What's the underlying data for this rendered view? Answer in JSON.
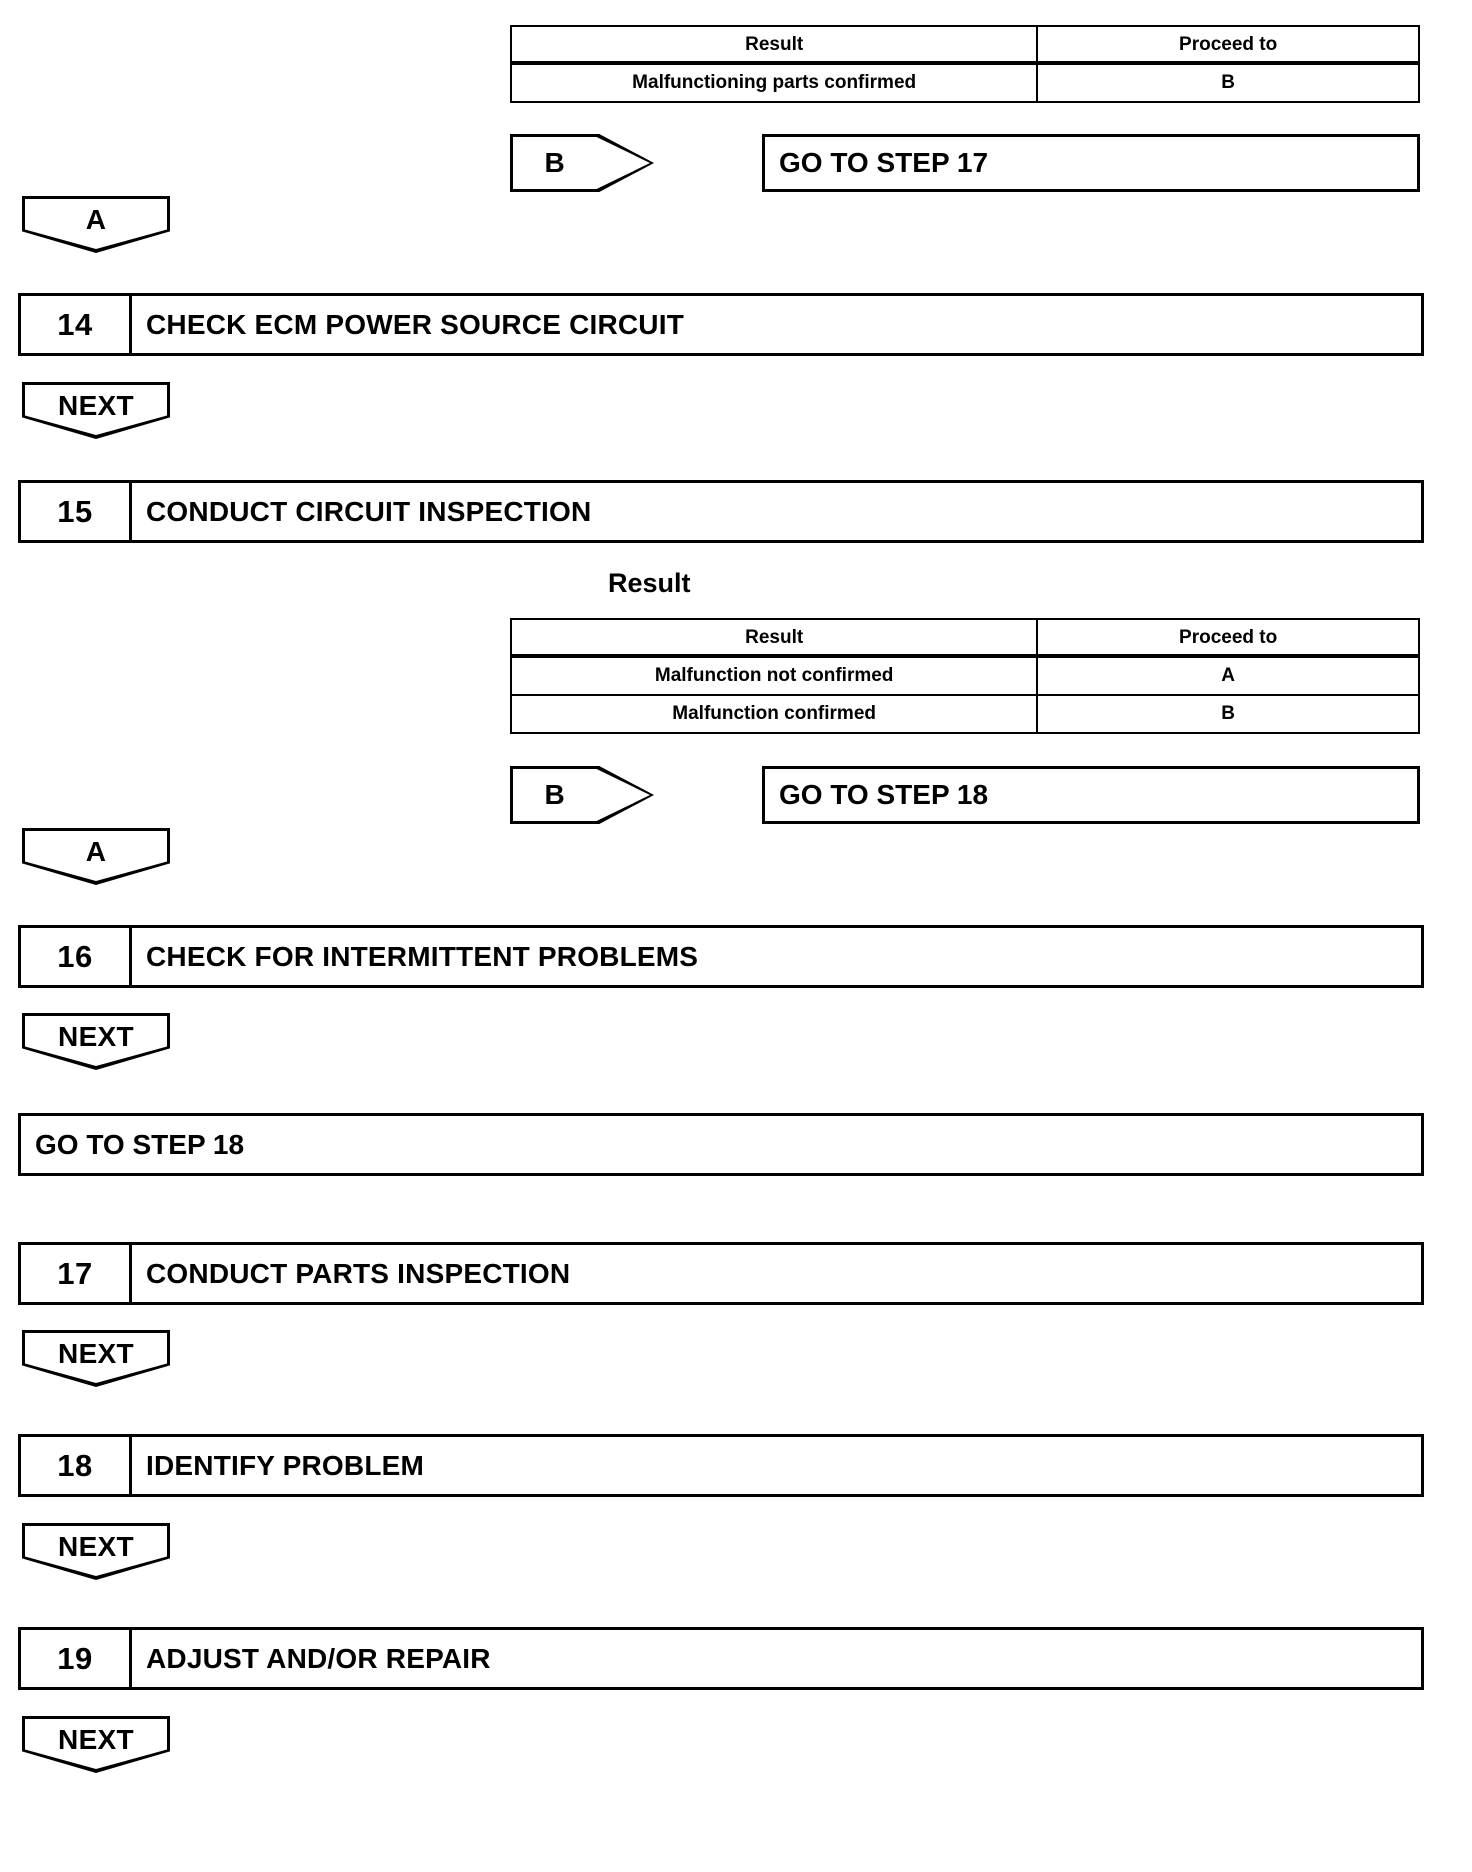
{
  "document": {
    "type": "automotive-diagnostic-flowchart",
    "title": "",
    "background_color": "#ffffff",
    "line_color": "#000000"
  },
  "result_tables": [
    {
      "id": "result-table-1",
      "caption": "",
      "headers": [
        "Result",
        "Proceed to"
      ],
      "rows": [
        {
          "result": "Malfunctioning parts confirmed",
          "proceed_to": "B"
        }
      ]
    },
    {
      "id": "result-table-2",
      "caption": "Result",
      "headers": [
        "Result",
        "Proceed to"
      ],
      "rows": [
        {
          "result": "Malfunction not confirmed",
          "proceed_to": "A"
        },
        {
          "result": "Malfunction confirmed",
          "proceed_to": "B"
        }
      ]
    }
  ],
  "connectors": {
    "a_1": "A",
    "a_2": "A",
    "b_1": "B",
    "b_2": "B",
    "next_1": "NEXT",
    "next_2": "NEXT",
    "next_3": "NEXT",
    "next_4": "NEXT",
    "next_5": "NEXT"
  },
  "goto_boxes": {
    "goto_step_17": "GO TO STEP 17",
    "goto_step_18_branch": "GO TO STEP 18",
    "goto_step_18_main": "GO TO STEP 18"
  },
  "steps": [
    {
      "number": "14",
      "title": "CHECK ECM POWER SOURCE CIRCUIT"
    },
    {
      "number": "15",
      "title": "CONDUCT CIRCUIT INSPECTION"
    },
    {
      "number": "16",
      "title": "CHECK FOR INTERMITTENT PROBLEMS"
    },
    {
      "number": "17",
      "title": "CONDUCT PARTS INSPECTION"
    },
    {
      "number": "18",
      "title": "IDENTIFY PROBLEM"
    },
    {
      "number": "19",
      "title": "ADJUST AND/OR REPAIR"
    }
  ]
}
